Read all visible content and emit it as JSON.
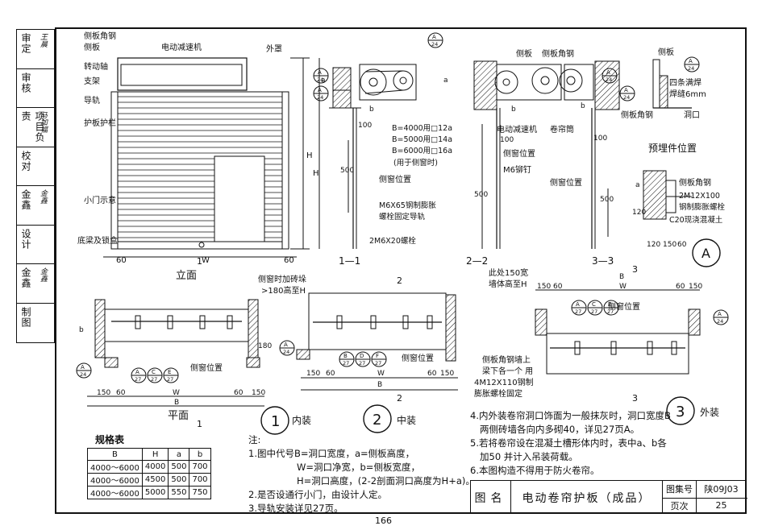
{
  "approval": [
    {
      "label": "审定",
      "signature": "王晨"
    },
    {
      "label": "审核",
      "signature": ""
    },
    {
      "label": "项目负责",
      "signature": "马加福"
    },
    {
      "label": "校对",
      "signature": ""
    },
    {
      "label": "金鑫",
      "signature": "金鑫"
    },
    {
      "label": "设计",
      "signature": ""
    },
    {
      "label": "金鑫",
      "signature": "金鑫"
    },
    {
      "label": "制图",
      "signature": ""
    }
  ],
  "elevation": {
    "labels": [
      "侧板角钢",
      "侧板",
      "转动轴",
      "支架",
      "导轨",
      "护板护栏",
      "小门示意",
      "底梁及锁盒"
    ],
    "top_labels": [
      "电动减速机",
      "外罩"
    ],
    "dims": {
      "left": "60",
      "mid": "W",
      "right": "60",
      "height": "H"
    },
    "caption": "立面"
  },
  "section11": {
    "caption": "1—1",
    "annotations": [
      "B=4000用□12a",
      "B=5000用□14a",
      "B=6000用□16a",
      "(用于侧窗时)",
      "侧窗位置",
      "M6X65钢制膨胀",
      "螺栓固定导轨",
      "2M6X20螺栓"
    ],
    "dims": [
      "a",
      "b",
      "100",
      "500",
      "H"
    ],
    "callouts": [
      {
        "top": "A",
        "bottom": "24"
      },
      {
        "top": "A",
        "bottom": "24"
      }
    ]
  },
  "section22": {
    "caption": "2—2",
    "annotations": [
      "电动减速机",
      "卷帘筒",
      "侧窗位置",
      "M6铆钉"
    ],
    "dims": [
      "a",
      "b",
      "100",
      "500"
    ],
    "callouts": [
      {
        "top": "A",
        "bottom": "24"
      },
      {
        "top": "A",
        "bottom": "24"
      }
    ]
  },
  "section33": {
    "caption": "3—3",
    "annotations": [
      "侧板",
      "侧板角钢",
      "侧窗位置"
    ],
    "dims": [
      "b",
      "100",
      "500"
    ],
    "callouts": [
      {
        "top": "A",
        "bottom": "24"
      },
      {
        "top": "A",
        "bottom": "24"
      }
    ]
  },
  "embedded": {
    "caption": "预埋件位置",
    "labels": [
      "侧板",
      "四条满焊",
      "焊缝6mm",
      "侧板角钢",
      "洞口"
    ],
    "detail": [
      "侧板角钢",
      "2M12X100",
      "钢制膨胀螺栓",
      "C20现浇混凝土"
    ],
    "dims": [
      "a",
      "120",
      "120",
      "150",
      "60"
    ],
    "circle": "A",
    "callout": {
      "top": "A",
      "bottom": "24"
    }
  },
  "plan1": {
    "caption": "平面",
    "title": "内装",
    "num": "1",
    "section_mark": "1",
    "labels": [
      "侧窗时加砖垛",
      ">180高至H",
      "侧窗位置"
    ],
    "dims": [
      "150",
      "60",
      "W",
      "60",
      "150",
      "B",
      "b",
      "180"
    ],
    "callouts": [
      {
        "top": "A",
        "bottom": "27"
      },
      {
        "top": "C",
        "bottom": "27"
      },
      {
        "top": "E",
        "bottom": "27"
      },
      {
        "top": "A",
        "bottom": "24"
      },
      {
        "top": "A",
        "bottom": "24"
      }
    ]
  },
  "plan2": {
    "title": "中装",
    "num": "2",
    "section_mark": "2",
    "labels": [
      "此处150宽",
      "墙体高至H",
      "侧窗位置",
      "侧板角钢墙上",
      "梁下各一个 用",
      "4M12X110钢制",
      "膨胀螺栓固定"
    ],
    "dims": [
      "150",
      "60",
      "W",
      "60",
      "150",
      "B"
    ],
    "callouts": [
      {
        "top": "B",
        "bottom": "27"
      },
      {
        "top": "D",
        "bottom": "27"
      },
      {
        "top": "F",
        "bottom": "27"
      },
      {
        "top": "A",
        "bottom": "24"
      }
    ]
  },
  "plan3": {
    "title": "外装",
    "num": "3",
    "section_mark": "3",
    "labels": [
      "侧窗位置"
    ],
    "dims": [
      "150",
      "60",
      "W",
      "60",
      "150",
      "B"
    ],
    "callouts": [
      {
        "top": "A",
        "bottom": "27"
      },
      {
        "top": "C",
        "bottom": "27"
      },
      {
        "top": "E",
        "bottom": "27"
      },
      {
        "top": "A",
        "bottom": "24"
      }
    ]
  },
  "spec_table": {
    "title": "规格表",
    "headers": [
      "B",
      "H",
      "a",
      "b"
    ],
    "rows": [
      [
        "4000～6000",
        "4000",
        "500",
        "700"
      ],
      [
        "4000～6000",
        "4500",
        "500",
        "700"
      ],
      [
        "4000～6000",
        "5000",
        "550",
        "750"
      ]
    ]
  },
  "notes": {
    "heading": "注:",
    "left": [
      "1.图中代号B=洞口宽度，a=侧板高度，",
      "W=洞口净宽，b=侧板宽度，",
      "H=洞口高度，(2-2剖面洞口高度为H+a)。",
      "2.是否设通行小门，由设计人定。",
      "3.导轨安装详见27页。"
    ],
    "right": [
      "4.内外装卷帘洞口饰面为一般抹灰时，洞口宽度B",
      "两侧砖墙各向内多砌40，详见27页A。",
      "5.若将卷帘设在混凝土槽形体内时，表中a、b各",
      "加50 并计入吊装荷载。",
      "6.本图构造不得用于防火卷帘。"
    ]
  },
  "title_block": {
    "name_label": "图名",
    "title": "电动卷帘护板（成品）",
    "atlas_label": "图集号",
    "atlas_value": "陕09J03",
    "page_label": "页次",
    "page_value": "25"
  },
  "page_number": "166"
}
